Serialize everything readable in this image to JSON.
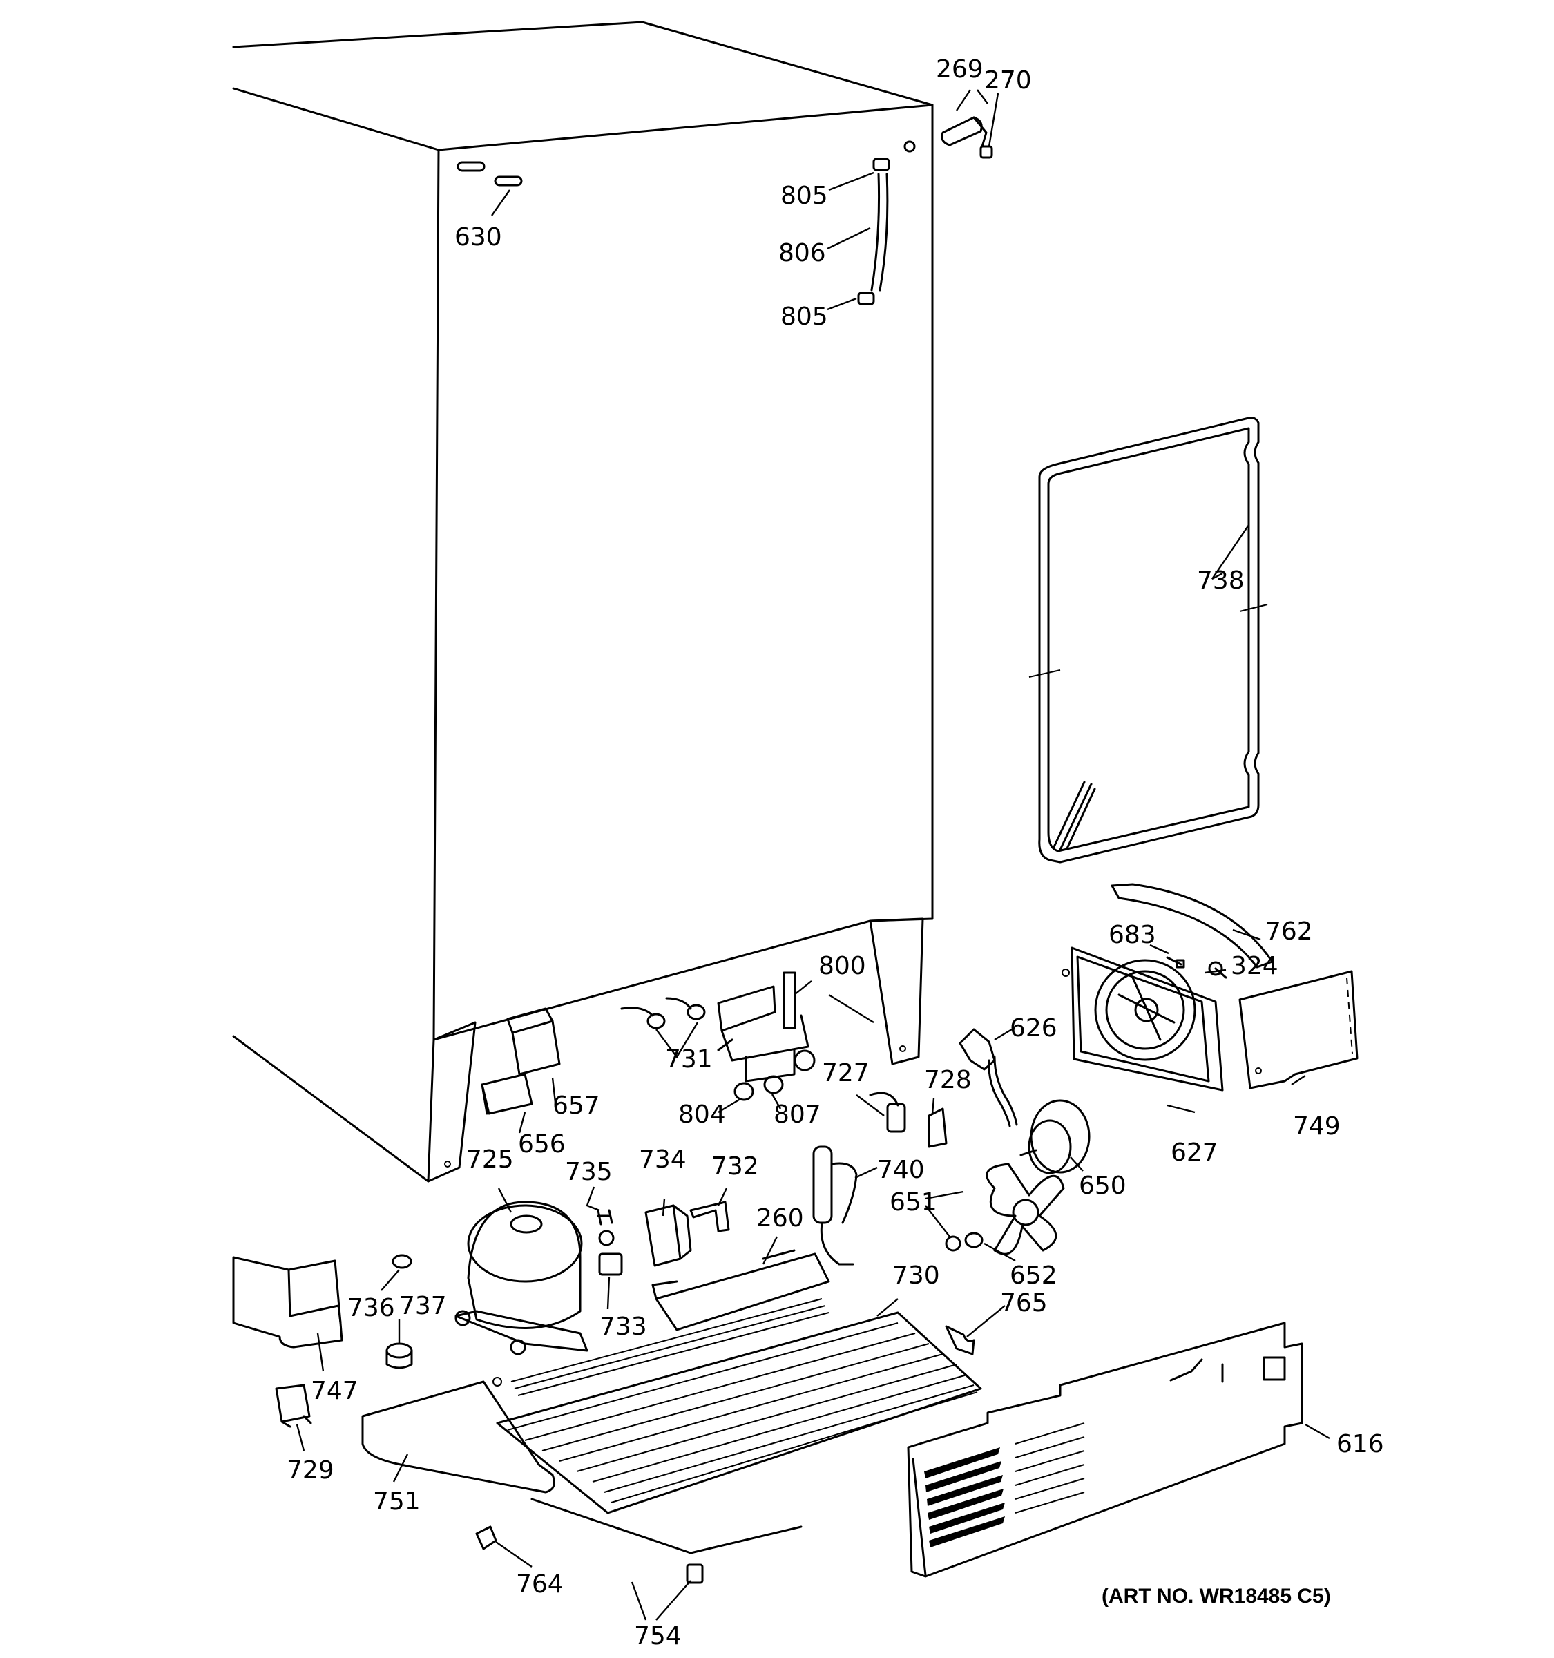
{
  "art_number": "(ART NO. WR18485 C5)",
  "labels": {
    "p269": "269",
    "p270": "270",
    "p630": "630",
    "p805a": "805",
    "p806": "806",
    "p805b": "805",
    "p738": "738",
    "p762": "762",
    "p683": "683",
    "p324": "324",
    "p800": "800",
    "p626": "626",
    "p731": "731",
    "p657": "657",
    "p749": "749",
    "p727": "727",
    "p728": "728",
    "p804": "804",
    "p807": "807",
    "p656": "656",
    "p627": "627",
    "p650": "650",
    "p725": "725",
    "p735": "735",
    "p734": "734",
    "p732": "732",
    "p740": "740",
    "p651": "651",
    "p260": "260",
    "p652": "652",
    "p736": "736",
    "p737": "737",
    "p730": "730",
    "p733": "733",
    "p765": "765",
    "p747": "747",
    "p616": "616",
    "p729": "729",
    "p751": "751",
    "p764": "764",
    "p754": "754"
  }
}
